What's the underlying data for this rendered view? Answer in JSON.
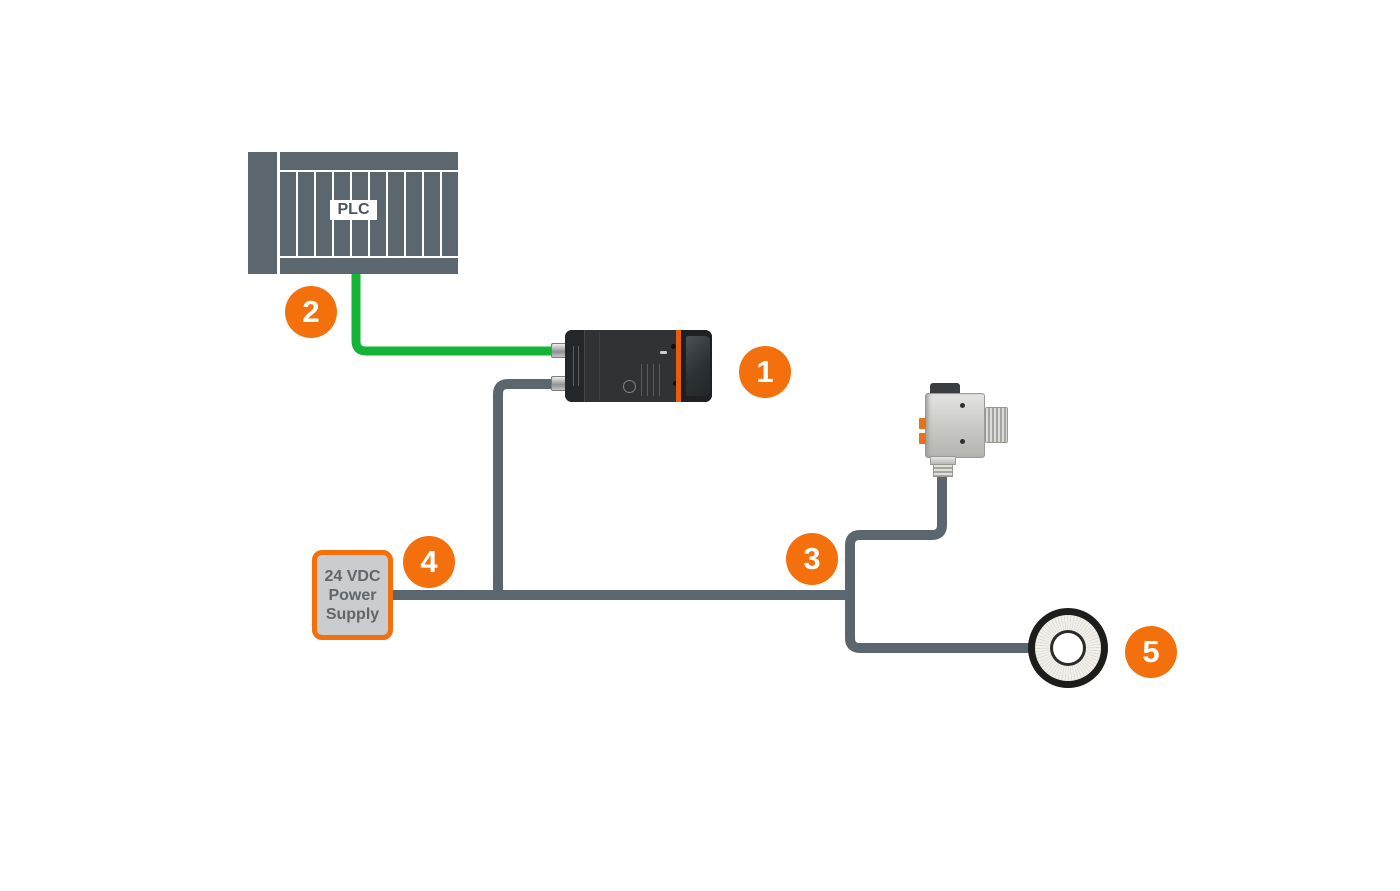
{
  "plc": {
    "label": "PLC"
  },
  "power_supply": {
    "lines": [
      "24 VDC",
      "Power",
      "Supply"
    ]
  },
  "badges": [
    {
      "label": "1"
    },
    {
      "label": "2"
    },
    {
      "label": "3"
    },
    {
      "label": "4"
    },
    {
      "label": "5"
    }
  ],
  "colors": {
    "accent_orange": "#F4700C",
    "cable_gray": "#5C666E",
    "cable_green": "#14B437",
    "psu_fill": "#C9CDD0",
    "psu_text": "#5F666C"
  }
}
